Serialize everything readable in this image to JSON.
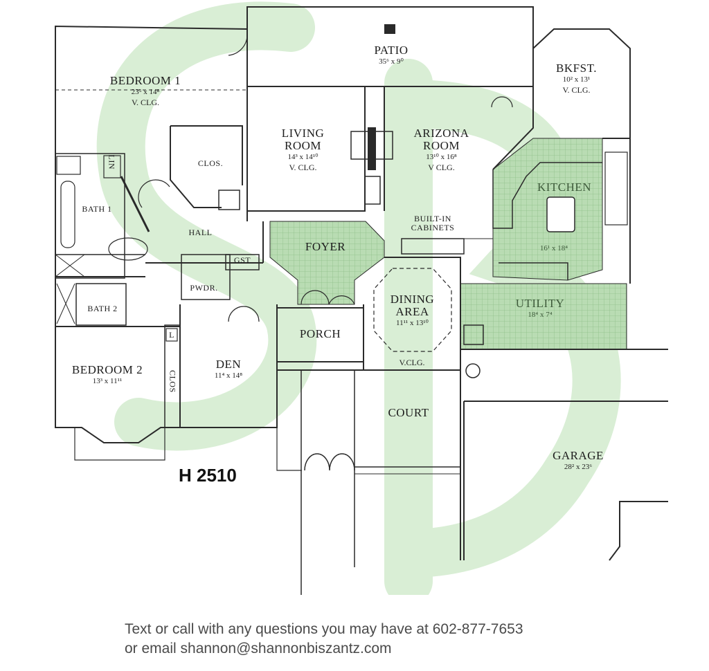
{
  "plan_id": "H 2510",
  "contact": {
    "line1": "Text or call with any questions you may have at 602-877-7653",
    "line2": "or email shannon@shannonbiszantz.com"
  },
  "colors": {
    "watermark": "#d6ecd2",
    "highlight": "#bfe0bb",
    "wall": "#2a2a2a"
  },
  "rooms": {
    "patio": {
      "name": "PATIO",
      "dims": "35⁶ x 9⁰"
    },
    "bkfst": {
      "name": "BKFST.",
      "dims": "10² x 13¹",
      "clg": "V. CLG."
    },
    "bedroom1": {
      "name": "BEDROOM 1",
      "dims": "23⁵ x 14⁸",
      "clg": "V. CLG."
    },
    "living": {
      "name1": "LIVING",
      "name2": "ROOM",
      "dims": "14³ x 14¹⁰",
      "clg": "V. CLG."
    },
    "arizona": {
      "name1": "ARIZONA",
      "name2": "ROOM",
      "dims": "13¹⁰ x 16⁸",
      "clg": "V CLG."
    },
    "clos": {
      "name": "CLOS."
    },
    "lin": {
      "name": "LIN"
    },
    "bath1": {
      "name": "BATH 1"
    },
    "kitchen": {
      "name": "KITCHEN",
      "dims": "16¹ x 18⁴"
    },
    "hall": {
      "name": "HALL"
    },
    "builtin": {
      "line1": "BUILT-IN",
      "line2": "CABINETS"
    },
    "foyer": {
      "name": "FOYER"
    },
    "gst": {
      "name": "GST"
    },
    "pwdr": {
      "name": "PWDR."
    },
    "bath2": {
      "name": "BATH 2"
    },
    "dining": {
      "name1": "DINING",
      "name2": "AREA",
      "dims": "11¹¹ x 13¹⁰",
      "clg": "V.CLG."
    },
    "utility": {
      "name": "UTILITY",
      "dims": "18⁴ x 7⁴"
    },
    "porch": {
      "name": "PORCH"
    },
    "l": {
      "name": "L"
    },
    "bedroom2": {
      "name": "BEDROOM 2",
      "dims": "13³ x 11¹¹"
    },
    "closv": {
      "name": "CLOS"
    },
    "den": {
      "name": "DEN",
      "dims": "11⁴ x 14⁸"
    },
    "court": {
      "name": "COURT"
    },
    "garage": {
      "name": "GARAGE",
      "dims": "28² x 23⁶"
    }
  }
}
